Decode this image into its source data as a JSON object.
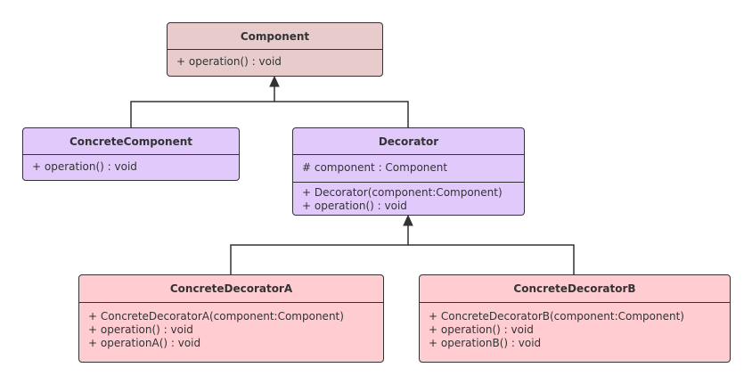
{
  "colors": {
    "line": "#333333",
    "component_fill": "#e8cccc",
    "middle_fill": "#e2c9fb",
    "bottom_fill": "#ffccd2"
  },
  "classes": {
    "component": {
      "name": "Component",
      "attributes": [],
      "operations": [
        "+ operation() : void"
      ]
    },
    "concrete_component": {
      "name": "ConcreteComponent",
      "attributes": [],
      "operations": [
        "+ operation() : void"
      ]
    },
    "decorator": {
      "name": "Decorator",
      "attributes": [
        "# component : Component"
      ],
      "operations": [
        "+ Decorator(component:Component)",
        "+ operation() : void"
      ]
    },
    "concrete_decorator_a": {
      "name": "ConcreteDecoratorA",
      "attributes": [],
      "operations": [
        "+ ConcreteDecoratorA(component:Component)",
        "+ operation() : void",
        "+ operationA() : void"
      ]
    },
    "concrete_decorator_b": {
      "name": "ConcreteDecoratorB",
      "attributes": [],
      "operations": [
        "+ ConcreteDecoratorB(component:Component)",
        "+ operation() : void",
        "+ operationB() : void"
      ]
    }
  },
  "relations": [
    {
      "type": "generalization",
      "from": "ConcreteComponent",
      "to": "Component"
    },
    {
      "type": "generalization",
      "from": "Decorator",
      "to": "Component"
    },
    {
      "type": "generalization",
      "from": "ConcreteDecoratorA",
      "to": "Decorator"
    },
    {
      "type": "generalization",
      "from": "ConcreteDecoratorB",
      "to": "Decorator"
    }
  ]
}
